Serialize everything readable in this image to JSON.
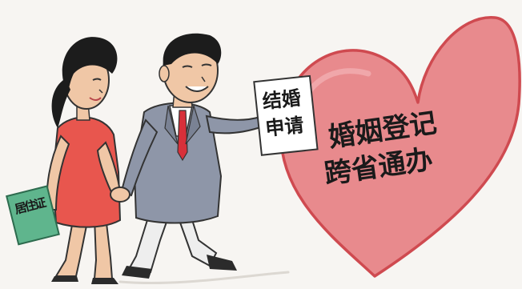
{
  "scene": {
    "heart_slogan": {
      "line1": "婚姻登记",
      "line2": "跨省通办"
    },
    "application_form": {
      "line1": "结婚",
      "line2": "申请"
    },
    "residence_permit": {
      "text": "居住证"
    }
  },
  "colors": {
    "background": "#f7f5f2",
    "heart_fill": "#e88a8d",
    "heart_outline": "#d2484c",
    "woman_dress": "#e8564e",
    "man_suit": "#8e96a8",
    "man_trousers": "#eeeeee",
    "tie": "#d8303a",
    "card_green": "#5fb58d",
    "skin": "#f0c7a6",
    "hair": "#1c1c1c"
  }
}
